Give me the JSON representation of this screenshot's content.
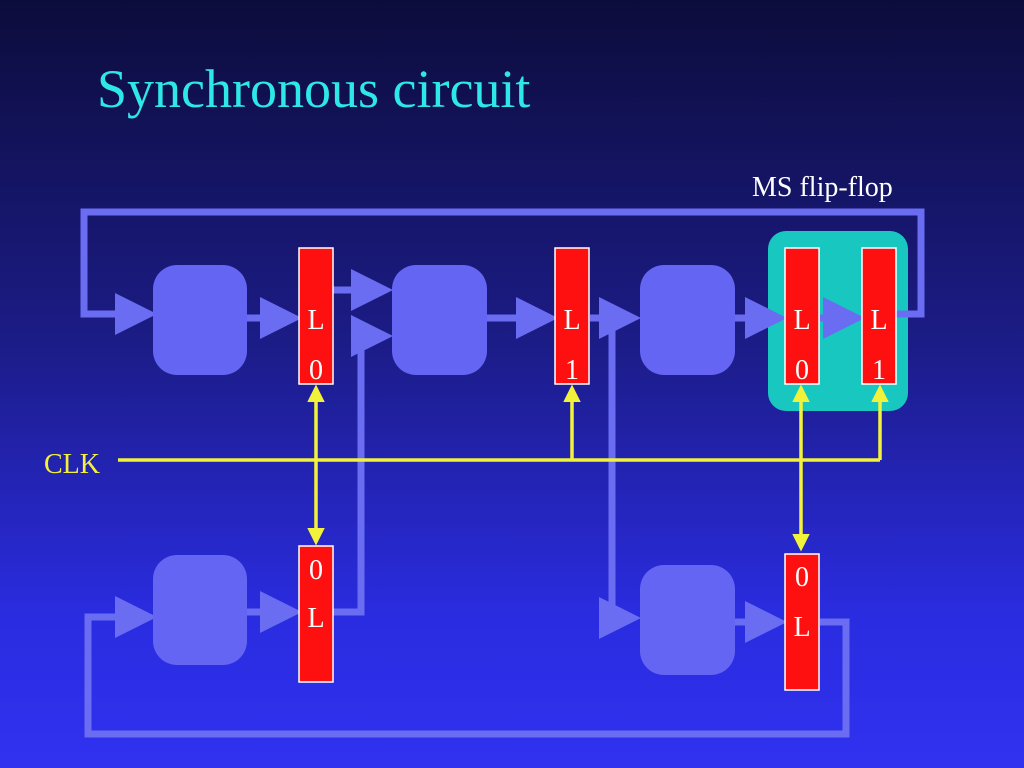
{
  "title": "Synchronous circuit",
  "ms_label": "MS flip-flop",
  "clk_label": "CLK",
  "colors": {
    "title": "#2ee8e8",
    "wire": "#6a6cf2",
    "block": "#6465f2",
    "latch": "#ff1010",
    "clock": "#f2f23a",
    "ms_highlight": "#18c8c0"
  },
  "latches": {
    "l1": {
      "letter": "L",
      "digit": "0"
    },
    "l2": {
      "letter": "L",
      "digit": "1"
    },
    "l3": {
      "letter": "L",
      "digit": "0"
    },
    "l4": {
      "letter": "L",
      "digit": "1"
    },
    "l5": {
      "letter": "L",
      "digit": "0"
    },
    "l6": {
      "letter": "L",
      "digit": "0"
    }
  }
}
